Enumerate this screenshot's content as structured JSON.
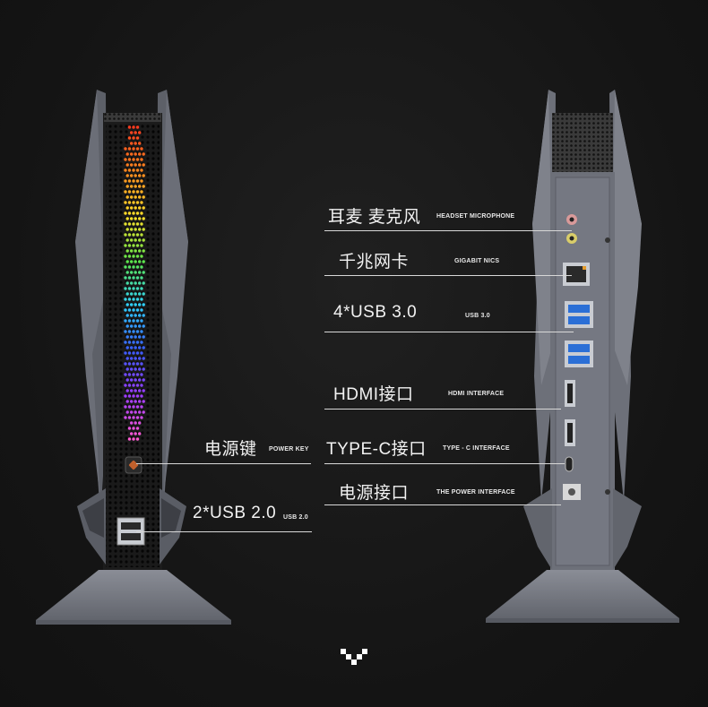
{
  "front_view": {
    "callouts": [
      {
        "zh": "电源键",
        "en": "POWER KEY"
      },
      {
        "zh": "2*USB 2.0",
        "en": "USB 2.0"
      }
    ]
  },
  "rear_view": {
    "callouts": [
      {
        "zh": "耳麦 麦克风",
        "en": "HEADSET MICROPHONE"
      },
      {
        "zh": "千兆网卡",
        "en": "GIGABIT NICS"
      },
      {
        "zh": "4*USB 3.0",
        "en": "USB 3.0"
      },
      {
        "zh": "HDMI接口",
        "en": "HDMI INTERFACE"
      },
      {
        "zh": "TYPE-C接口",
        "en": "TYPE - C INTERFACE"
      },
      {
        "zh": "电源接口",
        "en": "THE POWER INTERFACE"
      }
    ]
  },
  "colors": {
    "background": "#161616",
    "chassis": "#6d7079",
    "stand": "#7b7e88",
    "usb3_blue": "#2b6fd6",
    "rgb_strip": [
      "#ff3b1f",
      "#ff8a1f",
      "#ffe02a",
      "#5de64a",
      "#2fd0ff",
      "#3a5dff",
      "#9b3cff",
      "#ff5ad2"
    ]
  },
  "icons": [
    "chevron-down-icon",
    "power-button-icon",
    "audio-jack-icon",
    "ethernet-port-icon",
    "usb-port-icon",
    "hdmi-port-icon",
    "usb-c-port-icon",
    "dc-power-port-icon"
  ]
}
